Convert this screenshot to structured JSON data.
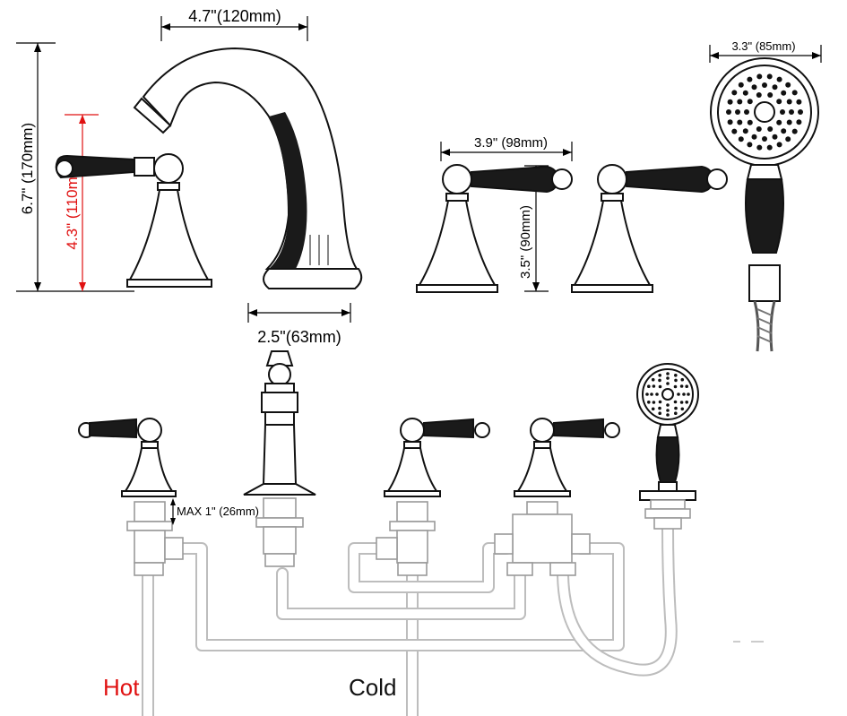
{
  "dimensions": {
    "spout_width": "4.7\"(120mm)",
    "total_height": "6.7\" (170mm)",
    "handle_height": "4.3\" (110mm)",
    "handle_span": "3.9\" (98mm)",
    "valve_height": "3.5\" (90mm)",
    "shower_head_width": "3.3\" (85mm)",
    "spout_base": "2.5\"(63mm)",
    "max_deck": "MAX 1\" (26mm)"
  },
  "labels": {
    "hot": "Hot",
    "cold": "Cold"
  },
  "colors": {
    "line": "#111111",
    "hot": "#e01010",
    "handle_dim": "#e01010",
    "pipe": "#bdbdbd"
  }
}
